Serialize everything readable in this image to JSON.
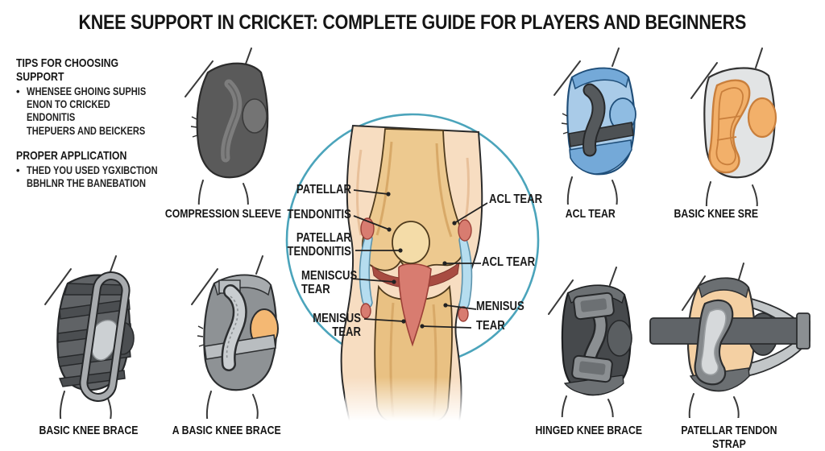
{
  "title": "KNEE SUPPORT IN CRICKET: COMPLETE GUIDE FOR PLAYERS AND BEGINNERS",
  "tips": {
    "heading1": "TIPS FOR CHOOSING SUPPORT",
    "bullet1": "WHENSEE GHOING SUPHIS\nENON TO CRICKED ENDONITIS\nTHEPUERS AND BEICKERS",
    "heading2": "PROPER APPLICATION",
    "bullet2": "THED YOU USED YGXIBCTION\nBBHLNR THE BANEBATION"
  },
  "captions": {
    "compression_sleeve": "COMPRESSION SLEEVE",
    "acl_tear": "ACL TEAR",
    "basic_knee_sre": "BASIC KNEE SRE",
    "basic_knee_brace": "BASIC KNEE BRACE",
    "a_basic_knee_brace": "A BASIC KNEE BRACE",
    "hinged_knee_brace": "HINGED KNEE BRACE",
    "patellar_tendon_strap": "PATELLAR TENDON STRAP"
  },
  "anatomy": {
    "patellar": "PATELLAR",
    "tendonitis": "TENDONITIS",
    "patellar_tendonitis": "PATELLAR\nTENDONITIS",
    "meniscus_tear": "MENISCUS\nTEAR",
    "menisus_tear": "MENISUS TEAR",
    "acl_tear_upper": "ACL TEAR",
    "acl_tear_lower": "ACL TEAR",
    "menisus": "MENISUS",
    "tear": "TEAR"
  },
  "colors": {
    "circle_accent": "#4ba4bb",
    "skin": "#f7ddc1",
    "bone": "#edc98f",
    "ligament_red": "#d87c70",
    "meniscus_blue": "#b5ddef",
    "brace_blue": "#a9cbe8",
    "orange_pad": "#f2b06a",
    "dark_gray": "#5a5a5a",
    "charcoal": "#46494c",
    "tan_strap": "#f4d0a3"
  }
}
